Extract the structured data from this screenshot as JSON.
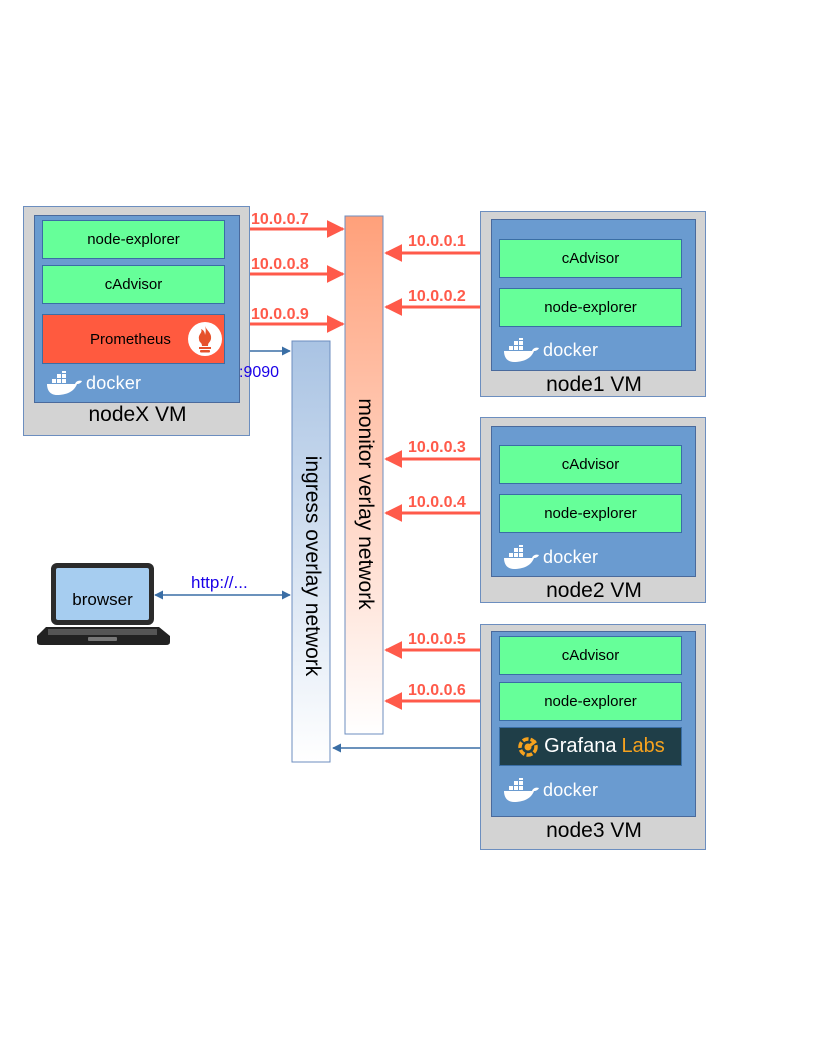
{
  "nodes": {
    "nodeX": {
      "label": "nodeX VM",
      "services": [
        "node-explorer",
        "cAdvisor",
        "Prometheus"
      ],
      "runtime": "docker"
    },
    "node1": {
      "label": "node1 VM",
      "services": [
        "cAdvisor",
        "node-explorer"
      ],
      "runtime": "docker"
    },
    "node2": {
      "label": "node2 VM",
      "services": [
        "cAdvisor",
        "node-explorer"
      ],
      "runtime": "docker"
    },
    "node3": {
      "label": "node3 VM",
      "services": [
        "cAdvisor",
        "node-explorer"
      ],
      "runtime": "docker",
      "grafana": {
        "brand": "Grafana",
        "suffix": "Labs"
      }
    }
  },
  "networks": {
    "monitor": "monitor verlay network",
    "ingress": "ingress overlay network"
  },
  "ips": [
    "10.0.0.7",
    "10.0.0.8",
    "10.0.0.9",
    "10.0.0.1",
    "10.0.0.2",
    "10.0.0.3",
    "10.0.0.4",
    "10.0.0.5",
    "10.0.0.6"
  ],
  "port": ":9090",
  "browser": {
    "label": "browser",
    "url": "http://..."
  },
  "colors": {
    "ip_arrow": "#ff5a4a",
    "link_arrow": "#3a6ea5",
    "service": "#66ff99",
    "prometheus": "#ff5a3f"
  },
  "icons": [
    "docker-whale-icon",
    "prometheus-icon",
    "grafana-icon",
    "laptop-icon"
  ]
}
